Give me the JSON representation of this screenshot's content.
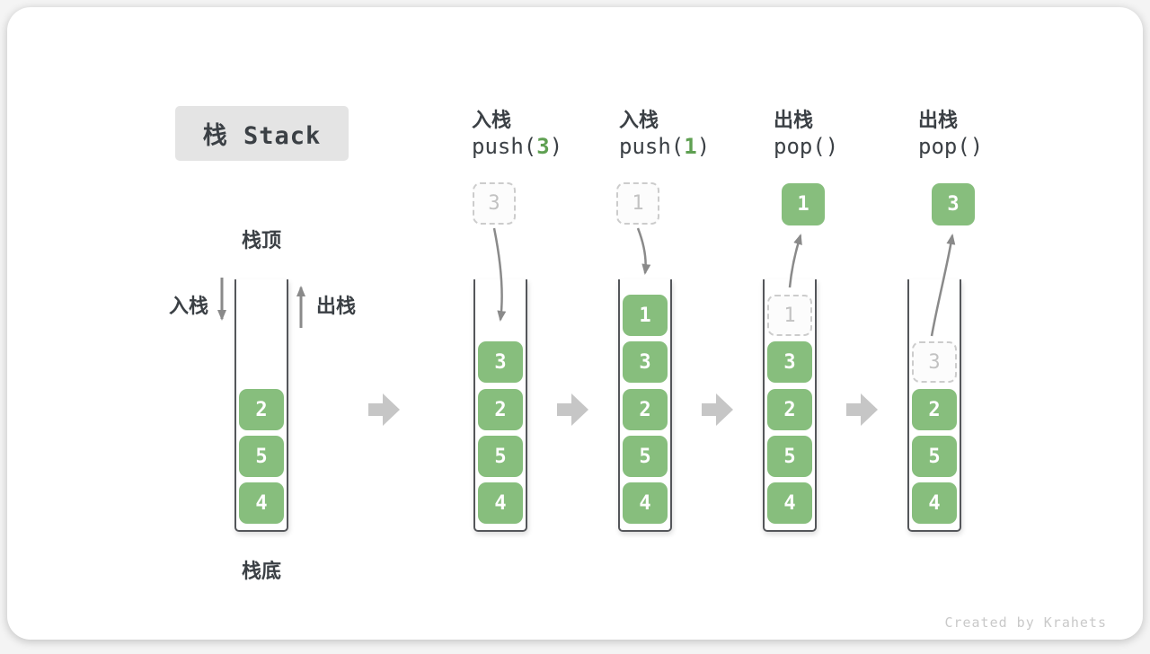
{
  "title": "栈 Stack",
  "watermark": "Created by Krahets",
  "stack_labels": {
    "top": "栈顶",
    "bottom": "栈底",
    "push_in": "入栈",
    "pop_out": "出栈"
  },
  "stages": [
    {
      "name": "initial",
      "elements": [
        "2",
        "5",
        "4"
      ]
    },
    {
      "name": "push-3",
      "op_label": "入栈",
      "code_pre": "push(",
      "code_arg": "3",
      "code_post": ")",
      "floating": "3",
      "elements": [
        "3",
        "2",
        "5",
        "4"
      ]
    },
    {
      "name": "push-1",
      "op_label": "入栈",
      "code_pre": "push(",
      "code_arg": "1",
      "code_post": ")",
      "floating": "1",
      "elements": [
        "1",
        "3",
        "2",
        "5",
        "4"
      ]
    },
    {
      "name": "pop-1",
      "op_label": "出栈",
      "code_pre": "pop()",
      "code_arg": "",
      "code_post": "",
      "floating": "1",
      "ghost": "1",
      "elements": [
        "3",
        "2",
        "5",
        "4"
      ]
    },
    {
      "name": "pop-3",
      "op_label": "出栈",
      "code_pre": "pop()",
      "code_arg": "",
      "code_post": "",
      "floating": "3",
      "ghost": "3",
      "elements": [
        "2",
        "5",
        "4"
      ]
    }
  ],
  "colors": {
    "element_green": "#87BE7D",
    "code_arg_green": "#5FA052",
    "text_dark": "#3B4045",
    "ghost_border": "#CCCCCC",
    "ghost_text": "#C2C2C2",
    "arrow": "#8A8A8A",
    "flow_arrow": "#C6C6C6",
    "title_bg": "#E4E4E4",
    "watermark": "#C9C9C9"
  }
}
